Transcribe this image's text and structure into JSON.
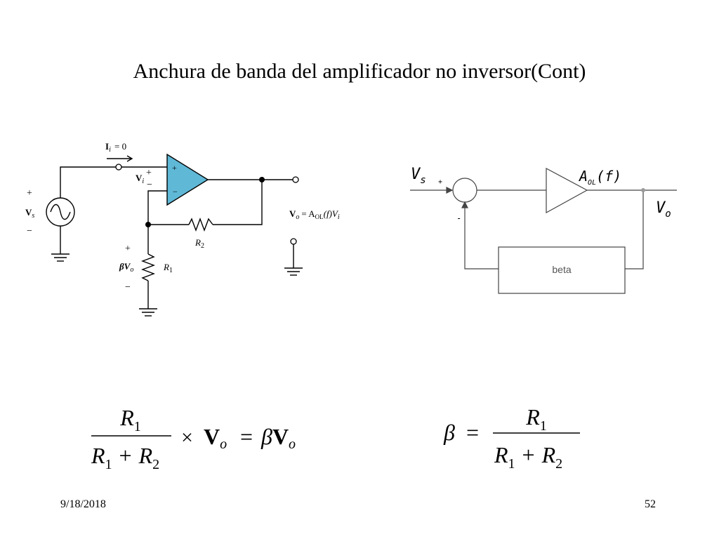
{
  "slide": {
    "title": "Anchura de banda del amplificador no inversor(Cont)",
    "date": "9/18/2018",
    "page": "52"
  },
  "circuit": {
    "input_current": "= 0",
    "source_label": "V",
    "source_sub": "s",
    "vi_label": "V",
    "vi_sub": "i",
    "output_expr_lhs": "V",
    "output_expr_lhs_sub": "o",
    "output_expr_rhs": "= A",
    "output_expr_ol": "OL",
    "output_expr_f": "(f)V",
    "output_expr_i": "i",
    "r2_label": "R",
    "r2_sub": "2",
    "r1_label": "R",
    "r1_sub": "1",
    "beta_label": "βV",
    "beta_sub": "o",
    "plus": "+",
    "minus": "−"
  },
  "block_diagram": {
    "input_label": "V",
    "input_sub": "s",
    "plus_sign": "+",
    "minus_sign": "-",
    "gain_label": "A",
    "gain_sub": "OL",
    "gain_arg": "(f)",
    "output_label": "V",
    "output_sub": "o",
    "feedback_block_label": "beta"
  },
  "equations": {
    "eq1_num": "R",
    "eq1_num_sub": "1",
    "eq1_den_a": "R",
    "eq1_den_a_sub": "1",
    "eq1_den_plus": "+",
    "eq1_den_b": "R",
    "eq1_den_b_sub": "2",
    "eq1_times": "×",
    "eq1_vo": "V",
    "eq1_vo_sub": "o",
    "eq1_eq": "=",
    "eq1_beta": "β",
    "eq1_bvo": "V",
    "eq1_bvo_sub": "o",
    "eq2_beta": "β",
    "eq2_eq": "=",
    "eq2_num": "R",
    "eq2_num_sub": "1",
    "eq2_den_a": "R",
    "eq2_den_a_sub": "1",
    "eq2_den_plus": "+",
    "eq2_den_b": "R",
    "eq2_den_b_sub": "2"
  },
  "colors": {
    "opamp_fill": "#5fb8d6",
    "line": "#000000",
    "block_line": "#444444",
    "node_gray": "#9a9a9a"
  }
}
